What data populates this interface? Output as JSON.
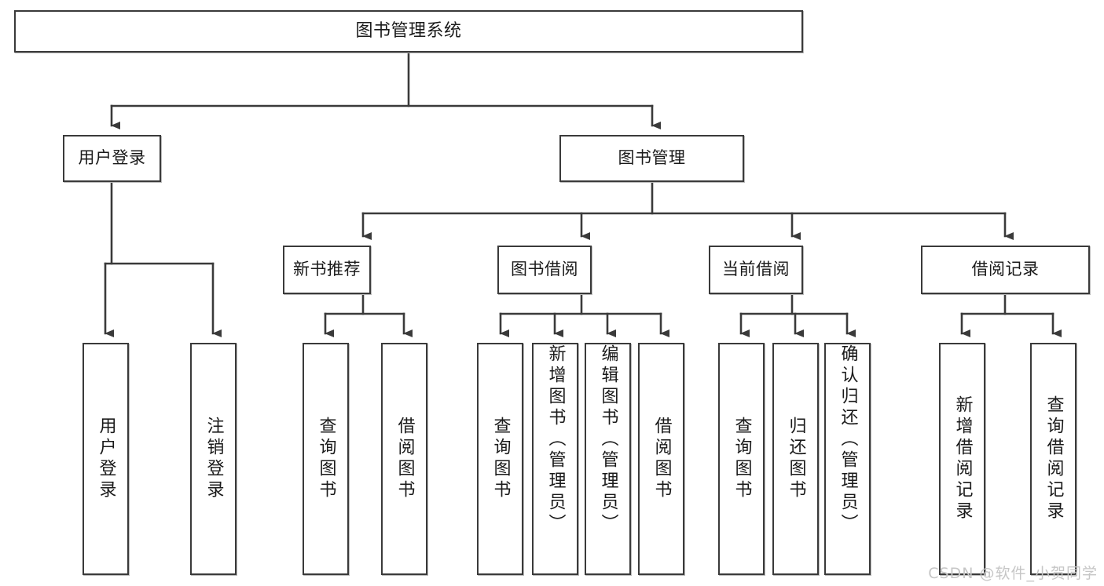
{
  "diagram": {
    "title": "图书管理系统",
    "root": {
      "label": "图书管理系统"
    },
    "level2": [
      {
        "label": "用户登录"
      },
      {
        "label": "图书管理"
      }
    ],
    "level3": [
      {
        "label": "新书推荐"
      },
      {
        "label": "图书借阅"
      },
      {
        "label": "当前借阅"
      },
      {
        "label": "借阅记录"
      }
    ],
    "leaves": {
      "user_login": [
        {
          "label": "用户登录"
        },
        {
          "label": "注销登录"
        }
      ],
      "new_book_recommend": [
        {
          "label": "查询图书"
        },
        {
          "label": "借阅图书"
        }
      ],
      "book_borrow": [
        {
          "label": "查询图书"
        },
        {
          "label": "新增图书（管理员）"
        },
        {
          "label": "编辑图书（管理员）"
        },
        {
          "label": "借阅图书"
        }
      ],
      "current_borrow": [
        {
          "label": "查询图书"
        },
        {
          "label": "归还图书"
        },
        {
          "label": "确认归还（管理员）"
        }
      ],
      "borrow_record": [
        {
          "label": "新增借阅记录"
        },
        {
          "label": "查询借阅记录"
        }
      ]
    },
    "watermark": "CSDN @软件_小贺同学",
    "colors": {
      "stroke": "#3a3a3a",
      "box_fill": "#ffffff",
      "text": "#1a1a1a",
      "watermark": "#c6c6c6",
      "shadow": "#b9b9b9"
    }
  }
}
